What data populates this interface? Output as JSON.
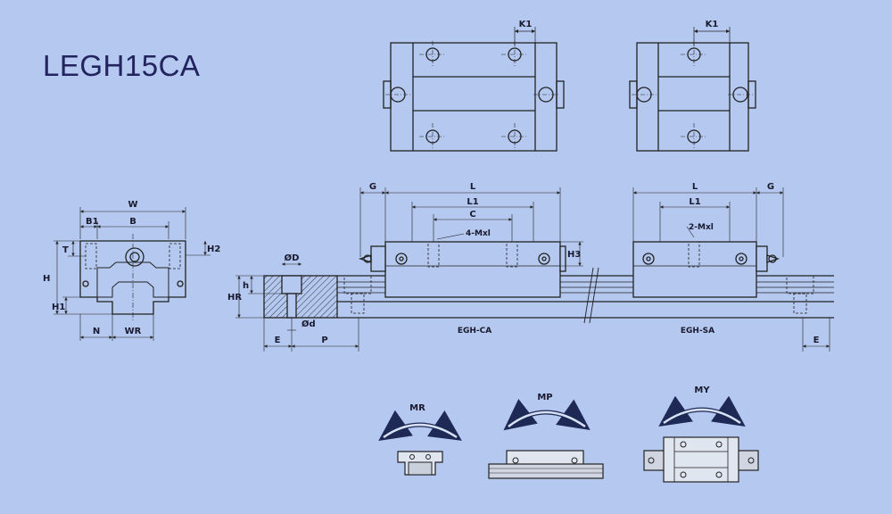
{
  "title": "LEGH15CA",
  "dims": {
    "K1": "K1",
    "K1_sa": "K1",
    "W": "W",
    "B1": "B1",
    "B": "B",
    "T": "T",
    "H2": "H2",
    "H": "H",
    "H1": "H1",
    "N": "N",
    "WR": "WR",
    "HR": "HR",
    "h": "h",
    "D": "ØD",
    "d": "Ød",
    "E": "E",
    "P": "P",
    "G": "G",
    "L": "L",
    "L1": "L1",
    "C": "C",
    "M4": "4-Mxl",
    "H3": "H3",
    "G_sa": "G",
    "L_sa": "L",
    "L1_sa": "L1",
    "M2": "2-Mxl",
    "E_sa": "E"
  },
  "captions": {
    "ca": "EGH-CA",
    "sa": "EGH-SA"
  },
  "moments": {
    "mr": "MR",
    "mp": "MP",
    "my": "MY"
  }
}
